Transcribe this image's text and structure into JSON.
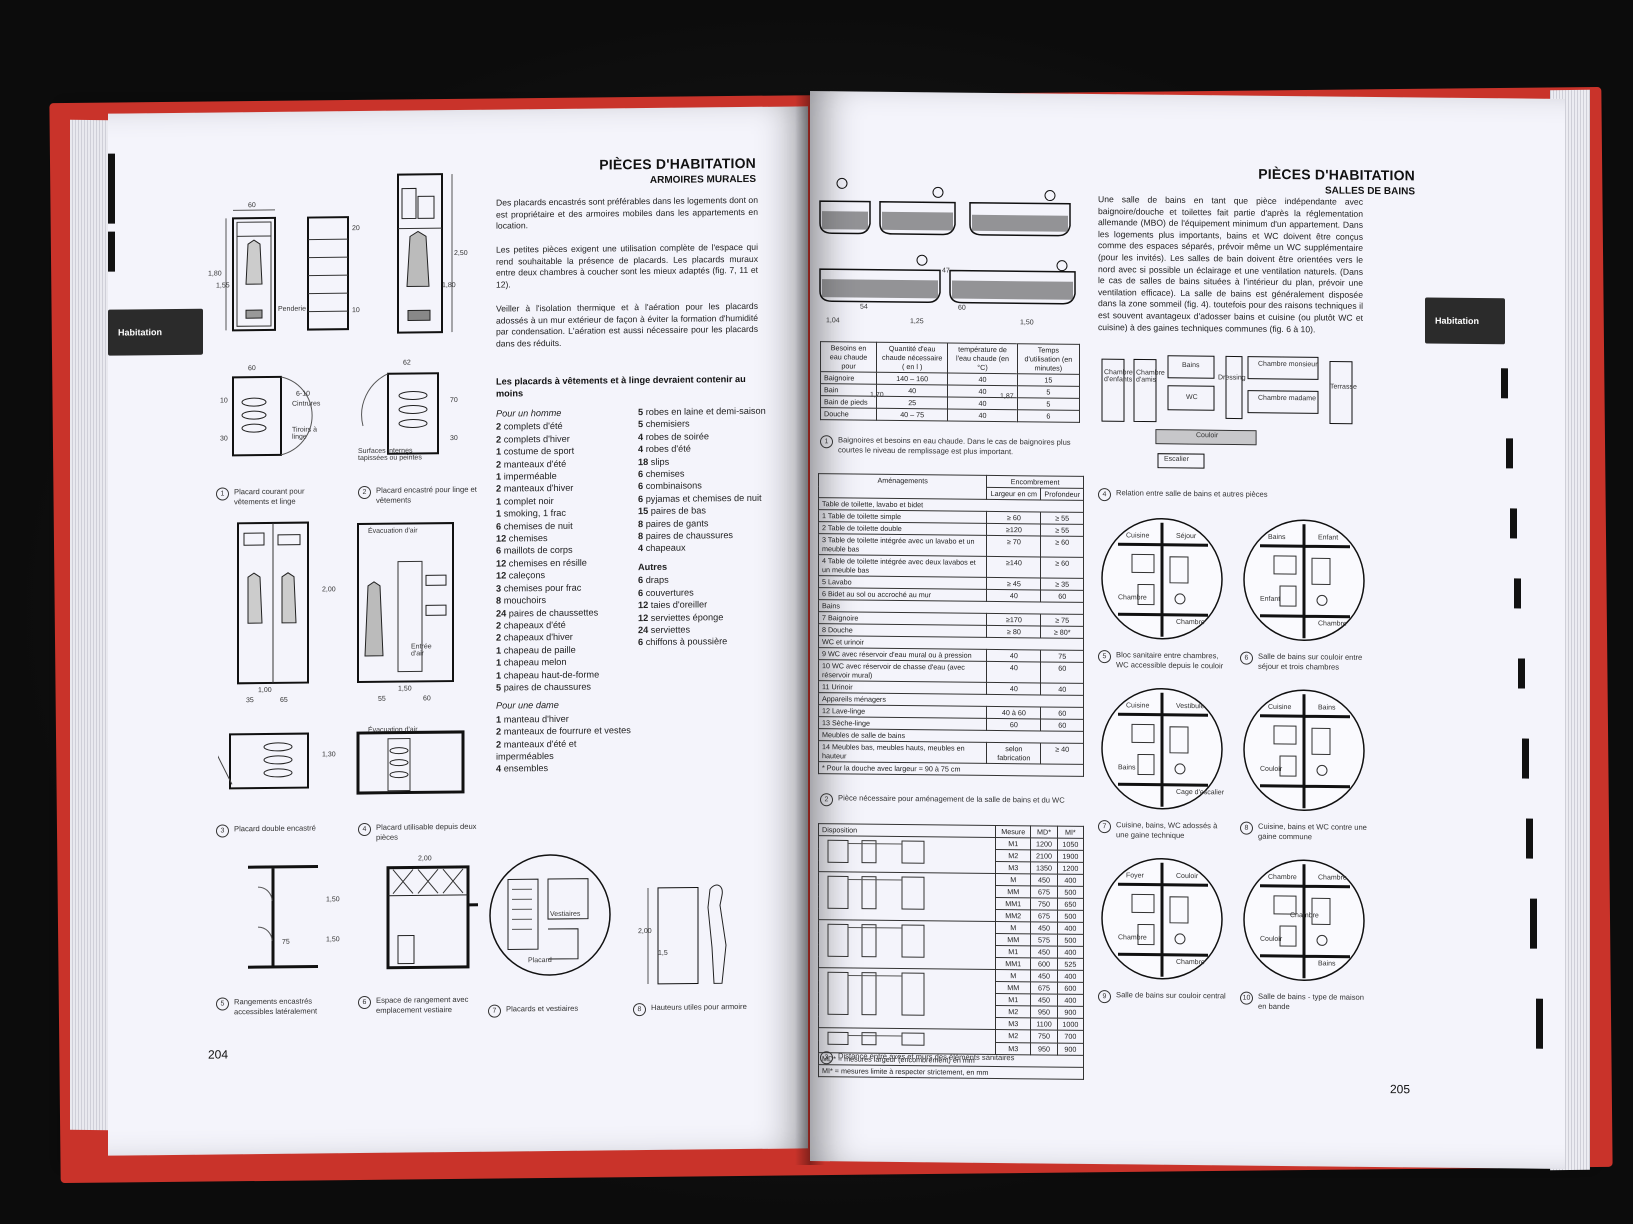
{
  "left_page": {
    "title": "PIÈCES D'HABITATION",
    "subtitle": "ARMOIRES MURALES",
    "tab_label": "Habitation",
    "page_number": "204",
    "paragraphs": [
      "Des placards encastrés sont préférables dans les logements dont on est propriétaire et des armoires mobiles dans les appartements en location.",
      "Les petites pièces exigent une utilisation complète de l'espace qui rend souhaitable la présence de placards. Les placards muraux entre deux chambres à coucher sont les mieux adaptés (fig. 7, 11 et 12).",
      "Veiller à l'isolation thermique et à l'aération pour les placards adossés à un mur extérieur de façon à éviter la formation d'humidité par condensation. L'aération est aussi nécessaire pour les placards dans des réduits."
    ],
    "list_heading": "Les placards à vêtements et à linge devraient contenir au moins",
    "col1": {
      "men_heading": "Pour un homme",
      "men_items": [
        {
          "n": "2",
          "t": "complets d'été"
        },
        {
          "n": "2",
          "t": "complets d'hiver"
        },
        {
          "n": "1",
          "t": "costume de sport"
        },
        {
          "n": "2",
          "t": "manteaux d'été"
        },
        {
          "n": "1",
          "t": "imperméable"
        },
        {
          "n": "2",
          "t": "manteaux d'hiver"
        },
        {
          "n": "1",
          "t": "complet noir"
        },
        {
          "n": "1",
          "t": "smoking, 1 frac"
        },
        {
          "n": "6",
          "t": "chemises de nuit"
        },
        {
          "n": "12",
          "t": "chemises"
        },
        {
          "n": "6",
          "t": "maillots de corps"
        },
        {
          "n": "12",
          "t": "chemises en résille"
        },
        {
          "n": "12",
          "t": "caleçons"
        },
        {
          "n": "3",
          "t": "chemises pour frac"
        },
        {
          "n": "8",
          "t": "mouchoirs"
        },
        {
          "n": "24",
          "t": "paires de chaussettes"
        },
        {
          "n": "2",
          "t": "chapeaux d'été"
        },
        {
          "n": "2",
          "t": "chapeaux d'hiver"
        },
        {
          "n": "1",
          "t": "chapeau de paille"
        },
        {
          "n": "1",
          "t": "chapeau melon"
        },
        {
          "n": "1",
          "t": "chapeau haut-de-forme"
        },
        {
          "n": "5",
          "t": "paires de chaussures"
        }
      ],
      "women_heading": "Pour une dame",
      "women_items": [
        {
          "n": "1",
          "t": "manteau d'hiver"
        },
        {
          "n": "2",
          "t": "manteaux de fourrure et vestes"
        },
        {
          "n": "2",
          "t": "manteaux d'été et imperméables"
        },
        {
          "n": "4",
          "t": "ensembles"
        }
      ]
    },
    "col2": {
      "items": [
        {
          "n": "5",
          "t": "robes en laine et demi-saison"
        },
        {
          "n": "5",
          "t": "chemisiers"
        },
        {
          "n": "4",
          "t": "robes de soirée"
        },
        {
          "n": "4",
          "t": "robes d'été"
        },
        {
          "n": "18",
          "t": "slips"
        },
        {
          "n": "6",
          "t": "chemises"
        },
        {
          "n": "6",
          "t": "combinaisons"
        },
        {
          "n": "6",
          "t": "pyjamas et chemises de nuit"
        },
        {
          "n": "15",
          "t": "paires de bas"
        },
        {
          "n": "8",
          "t": "paires de gants"
        },
        {
          "n": "8",
          "t": "paires de chaussures"
        },
        {
          "n": "4",
          "t": "chapeaux"
        }
      ],
      "others_heading": "Autres",
      "others_items": [
        {
          "n": "6",
          "t": "draps"
        },
        {
          "n": "6",
          "t": "couvertures"
        },
        {
          "n": "12",
          "t": "taies d'oreiller"
        },
        {
          "n": "12",
          "t": "serviettes éponge"
        },
        {
          "n": "24",
          "t": "serviettes"
        },
        {
          "n": "6",
          "t": "chiffons à poussière"
        }
      ]
    },
    "captions": [
      {
        "n": "1",
        "t": "Placard courant pour vêtements et linge"
      },
      {
        "n": "2",
        "t": "Placard encastré pour linge et vêtements"
      },
      {
        "n": "3",
        "t": "Placard double encastré"
      },
      {
        "n": "4",
        "t": "Placard utilisable depuis deux pièces"
      },
      {
        "n": "5",
        "t": "Rangements encastrés accessibles latéralement"
      },
      {
        "n": "6",
        "t": "Espace de rangement avec emplacement vestiaire"
      },
      {
        "n": "7",
        "t": "Placards et vestiaires"
      },
      {
        "n": "8",
        "t": "Hauteurs utiles pour armoire"
      }
    ],
    "fig_labels": {
      "f1_w": "60",
      "f1_h1": "1,80",
      "f1_h2": "1,55",
      "f1_note": "Penderie",
      "f1b_a": "20",
      "f1b_b": "10",
      "f2_h": "2,50",
      "f2_h2": "1,80",
      "f3_w": "60",
      "f3_w2": "62",
      "f3_a": "6-10",
      "f3_b": "Cintrures",
      "f3_c": "Tiroirs à linge",
      "f3_d": "Surfaces internes tapissées ou peintes",
      "f3_e": "70",
      "f3_f": "10",
      "f3_g": "30",
      "f3_h": "30",
      "f4_h": "2,00",
      "f4_w": "1,00",
      "f4_w2": "1,50",
      "f4_note": "Entrée d'air",
      "f4_note2": "Évacuation d'air",
      "f4_a": "35",
      "f4_b": "65",
      "f4_c": "55",
      "f4_d": "60",
      "f5_h": "1,30",
      "f5_note": "Évacuation d'air",
      "f6_a": "1,50",
      "f6_b": "1,50",
      "f6_c": "75",
      "f7_w": "2,00",
      "f7_label": "Vestiaires",
      "f7_label2": "Placard",
      "f8_a": "2,00",
      "f8_b": "1,5"
    }
  },
  "right_page": {
    "title": "PIÈCES D'HABITATION",
    "subtitle": "SALLES DE BAINS",
    "tab_label": "Habitation",
    "page_number": "205",
    "paragraph": "Une salle de bains en tant que pièce indépendante avec baignoire/douche et toilettes fait partie d'après la réglementation allemande (MBO) de l'équipement minimum d'un appartement. Dans les logements plus importants, bains et WC doivent être conçus comme des espaces séparés, prévoir même un WC supplémentaire (pour les invités). Les salles de bain doivent être orientées vers le nord avec si possible un éclairage et une ventilation naturels. (Dans le cas de salles de bains situées à l'intérieur du plan, prévoir une ventilation efficace). La salle de bains est généralement disposée dans la zone sommeil (fig. 4). toutefois pour des raisons techniques il est souvent avantageux d'adosser bains et cuisine (ou plutôt WC et cuisine) à des gaines techniques communes (fig. 6 à 10).",
    "bath_dims": [
      "1,04",
      "54",
      "1,25",
      "60",
      "1,50",
      "47",
      "1,70",
      "1,87"
    ],
    "table1": {
      "headers": [
        "Besoins en eau chaude pour",
        "Quantité d'eau chaude nécessaire ( en l )",
        "température de l'eau chaude (en °C)",
        "Temps d'utilisation (en minutes)"
      ],
      "rows": [
        [
          "Baignoire",
          "140 – 160",
          "40",
          "15"
        ],
        [
          "Bain",
          "40",
          "40",
          "5"
        ],
        [
          "Bain de pieds",
          "25",
          "40",
          "5"
        ],
        [
          "Douche",
          "40 – 75",
          "40",
          "6"
        ]
      ],
      "caption_n": "1",
      "caption": "Baignoires et besoins en eau chaude. Dans le cas de baignoires plus courtes le niveau de remplissage est plus important."
    },
    "table2": {
      "h_col": "Aménagements",
      "h_group": "Encombrement",
      "h_w": "Largeur en cm",
      "h_d": "Profondeur",
      "sections": [
        {
          "title": "Table de toilette, lavabo et bidet",
          "rows": [
            [
              "1  Table de toilette simple",
              "≥ 60",
              "≥ 55"
            ],
            [
              "2  Table de toilette double",
              "≥120",
              "≥ 55"
            ],
            [
              "3  Table de toilette intégrée avec un lavabo et un meuble bas",
              "≥ 70",
              "≥ 60"
            ],
            [
              "4  Table de toilette intégrée avec deux lavabos et un meuble bas",
              "≥140",
              "≥ 60"
            ],
            [
              "5  Lavabo",
              "≥ 45",
              "≥ 35"
            ],
            [
              "6  Bidet au sol ou accroché au mur",
              "40",
              "60"
            ]
          ]
        },
        {
          "title": "Bains",
          "rows": [
            [
              "7  Baignoire",
              "≥170",
              "≥ 75"
            ],
            [
              "8  Douche",
              "≥ 80",
              "≥ 80*"
            ]
          ]
        },
        {
          "title": "WC et urinoir",
          "rows": [
            [
              "9  WC avec réservoir d'eau mural ou à pression",
              "40",
              "75"
            ],
            [
              "10 WC avec réservoir de chasse d'eau (avec réservoir mural)",
              "40",
              "60"
            ],
            [
              "11 Urinoir",
              "40",
              "40"
            ]
          ]
        },
        {
          "title": "Appareils ménagers",
          "rows": [
            [
              "12 Lave-linge",
              "40 à 60",
              "60"
            ],
            [
              "13 Sèche-linge",
              "60",
              "60"
            ]
          ]
        },
        {
          "title": "Meubles de salle de bains",
          "rows": [
            [
              "14 Meubles bas, meubles hauts, meubles en hauteur",
              "selon fabrication",
              "≥ 40"
            ]
          ]
        }
      ],
      "footnote": "* Pour la douche avec largeur = 90 à 75 cm",
      "caption_n": "2",
      "caption": "Pièce nécessaire pour aménagement de la salle de bains et du WC"
    },
    "table3": {
      "headers": [
        "Disposition",
        "Mesure",
        "MD*",
        "MI*"
      ],
      "groups": [
        {
          "rows": [
            [
              "M1",
              "1200",
              "1050"
            ],
            [
              "M2",
              "2100",
              "1900"
            ],
            [
              "M3",
              "1350",
              "1200"
            ]
          ]
        },
        {
          "rows": [
            [
              "M",
              "450",
              "400"
            ],
            [
              "MM",
              "675",
              "500"
            ],
            [
              "MM1",
              "750",
              "650"
            ],
            [
              "MM2",
              "675",
              "500"
            ]
          ]
        },
        {
          "rows": [
            [
              "M",
              "450",
              "400"
            ],
            [
              "MM",
              "575",
              "500"
            ],
            [
              "M1",
              "450",
              "400"
            ],
            [
              "MM1",
              "600",
              "525"
            ]
          ]
        },
        {
          "rows": [
            [
              "M",
              "450",
              "400"
            ],
            [
              "MM",
              "675",
              "600"
            ],
            [
              "M1",
              "450",
              "400"
            ],
            [
              "M2",
              "950",
              "900"
            ],
            [
              "M3",
              "1100",
              "1000"
            ]
          ]
        },
        {
          "rows": [
            [
              "M2",
              "750",
              "700"
            ],
            [
              "M3",
              "950",
              "900"
            ]
          ]
        }
      ],
      "notes": [
        "MD* = mesures largeur (encombrement) en mm",
        "MI* = mesures limite à respecter strictement, en mm"
      ],
      "caption_n": "3",
      "caption": "Distance entre axes et murs des éléments sanitaires"
    },
    "plan4": {
      "labels": [
        "Chambre d'enfants",
        "Chambre d'amis",
        "Bains",
        "WC",
        "Dressing",
        "Chambre monsieur",
        "Chambre madame",
        "Terrasse",
        "Couloir",
        "Escalier"
      ],
      "caption_n": "4",
      "caption": "Relation entre salle de bains et autres pièces"
    },
    "circles": [
      {
        "n": "5",
        "caption": "Bloc sanitaire entre chambres, WC accessible depuis le couloir",
        "labels": [
          "Cuisine",
          "Séjour",
          "Chambre",
          "Chambre"
        ]
      },
      {
        "n": "6",
        "caption": "Salle de bains sur couloir entre séjour et trois chambres",
        "labels": [
          "Bains",
          "Enfant",
          "Enfant",
          "Chambre"
        ]
      },
      {
        "n": "7",
        "caption": "Cuisine, bains, WC adossés à une gaine technique",
        "labels": [
          "Cuisine",
          "Vestibule",
          "Bains",
          "Cage d'escalier"
        ]
      },
      {
        "n": "8",
        "caption": "Cuisine, bains et WC contre une gaine commune",
        "labels": [
          "Cuisine",
          "Bains",
          "Couloir"
        ]
      },
      {
        "n": "9",
        "caption": "Salle de bains sur couloir central",
        "labels": [
          "Foyer",
          "Couloir",
          "Chambre",
          "Chambre"
        ]
      },
      {
        "n": "10",
        "caption": "Salle de bains - type de maison en bande",
        "labels": [
          "Chambre",
          "Chambre",
          "Couloir",
          "Bains",
          "Chambre"
        ]
      }
    ]
  },
  "colors": {
    "cover": "#c9332a",
    "paper": "#f4f4fb",
    "ink": "#111111",
    "tab": "#2b2b2b"
  }
}
